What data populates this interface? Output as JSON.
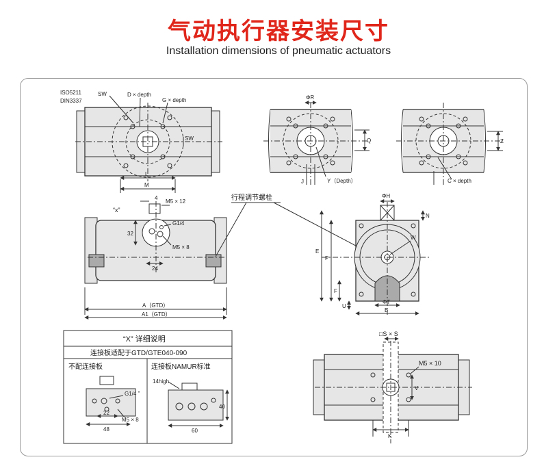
{
  "header": {
    "title": "气动执行器安装尺寸",
    "subtitle": "Installation dimensions of pneumatic actuators"
  },
  "colors": {
    "title": "#e0251b",
    "line": "#333333",
    "body_fill": "#e6e6e6",
    "frame": "#9a9a9a"
  },
  "top_view": {
    "iso_label": "ISO5211",
    "din_label": "DIN3337",
    "sw_label": "SW",
    "d_depth": "D × depth",
    "g_depth": "G × depth",
    "l_label": "L",
    "m_label": "M"
  },
  "detail_y": {
    "phi_r": "ΦR",
    "q_label": "Q",
    "j_label": "J",
    "y_depth": "Y（Depth）"
  },
  "detail_c": {
    "z_label": "Z",
    "c_depth": "C × depth"
  },
  "side_view": {
    "dim_4": "4",
    "x_label": "“x”",
    "m5x12": "M5 × 12",
    "g14": "G1/4",
    "dim_32": "32",
    "m5x8": "M5 × 8",
    "dim_24": "24",
    "a_gtd": "A（GTD）",
    "a1_gtd": "A1（GTD）"
  },
  "stroke_label": "行程调节螺栓",
  "end_view": {
    "phi_h": "ΦH",
    "n_label": "N",
    "e_label": "E",
    "p_label": "P",
    "w_label": "W",
    "f_label": "F",
    "u_label": "U",
    "phi_t": "ΦT",
    "b_label": "B"
  },
  "table": {
    "title": "“X” 详细说明",
    "subtitle": "连接板适配于GTD/GTE040-090",
    "left_title": "不配连接板",
    "right_title": "连接板NAMUR标准",
    "left_g14": "G1/4 ”",
    "left_22": "22",
    "left_48": "48",
    "left_m5x8": "M5 × 8",
    "right_14high": "14high",
    "right_40": "40",
    "right_60": "60"
  },
  "bottom_view": {
    "s_label": "□S × S",
    "m5x10": "M5 × 10",
    "v_label": "V",
    "k_label": "K"
  }
}
